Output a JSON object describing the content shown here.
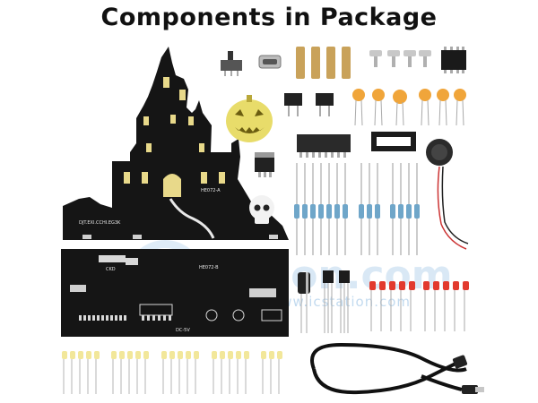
{
  "title": "Components in Package",
  "castle_board": {
    "name_text": "HE072-A",
    "code_text": "DJT.EXI.CCHI.EG3K"
  },
  "base_board": {
    "code_text": "HE072-B",
    "label_left": "CKD",
    "label_bottom": "DC-5V"
  },
  "watermark": {
    "main": "icstation.com",
    "sub": "www.icstation.com"
  },
  "colors": {
    "pcb": "#151515",
    "pcb_silk": "#e8e8e8",
    "pcb_yellow": "#e8d98a",
    "resistor": "#6fa6c9",
    "led_yellow": "#f2e79a",
    "led_red": "#e23a2e",
    "brass": "#c9a25a",
    "capacitor_orange": "#f0a53a"
  }
}
